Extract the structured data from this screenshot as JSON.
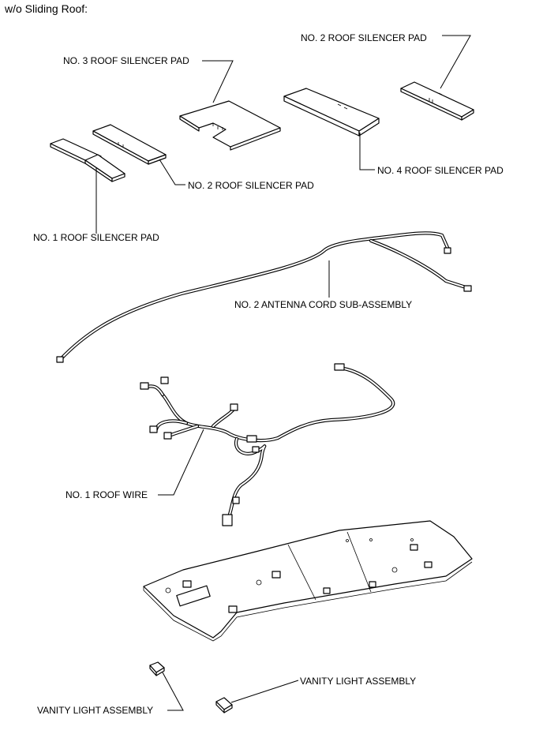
{
  "title": "w/o Sliding Roof:",
  "labels": {
    "no2_pad_top": "NO. 2 ROOF SILENCER PAD",
    "no3_pad": "NO. 3 ROOF SILENCER PAD",
    "no4_pad": "NO. 4 ROOF SILENCER PAD",
    "no2_pad_mid": "NO. 2 ROOF SILENCER PAD",
    "no1_pad": "NO. 1 ROOF SILENCER PAD",
    "antenna_cord": "NO. 2 ANTENNA CORD SUB-ASSEMBLY",
    "roof_wire": "NO. 1 ROOF WIRE",
    "vanity_right": "VANITY LIGHT ASSEMBLY",
    "vanity_left": "VANITY LIGHT ASSEMBLY"
  }
}
